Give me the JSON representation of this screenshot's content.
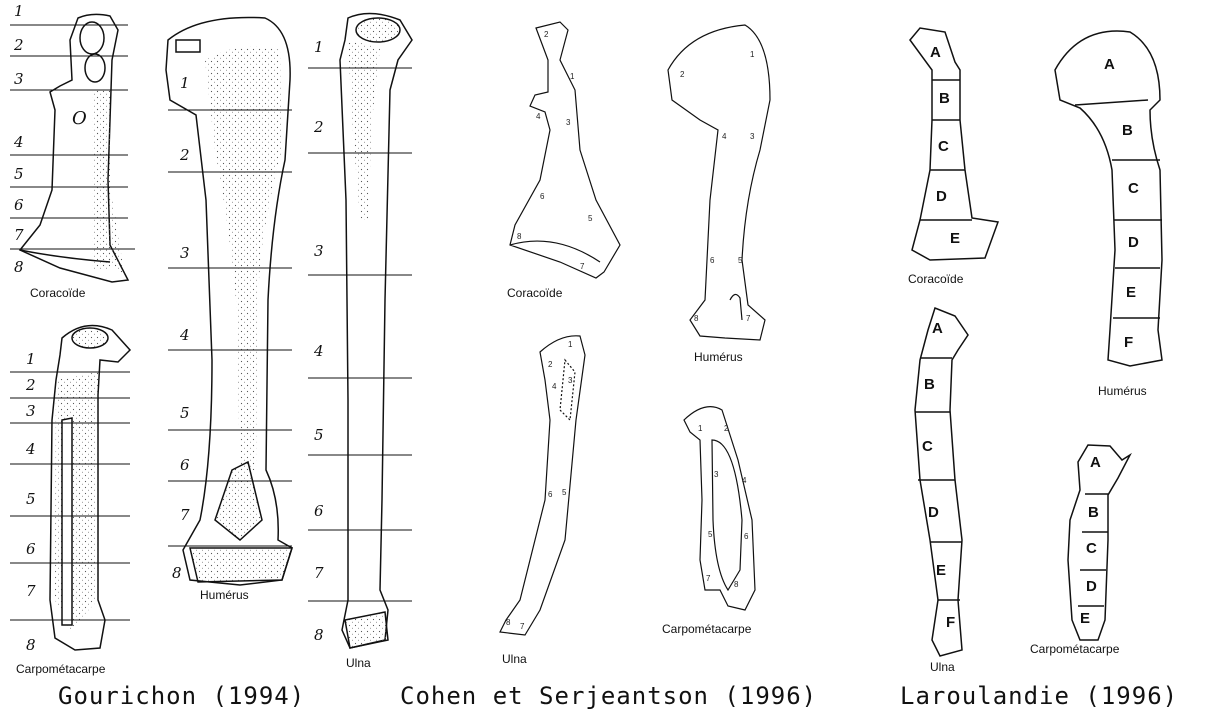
{
  "captions": {
    "gourichon": "Gourichon (1994)",
    "cohen": "Cohen et Serjeantson (1996)",
    "laroulandie": "Laroulandie (1996)"
  },
  "bone_labels": {
    "coracoide": "Coracoïde",
    "humerus": "Humérus",
    "ulna": "Ulna",
    "carpometacarpe": "Carpométacarpe"
  },
  "gourichon": {
    "coracoid_zones": [
      "1",
      "2",
      "3",
      "4",
      "5",
      "6",
      "7",
      "8"
    ],
    "humerus_zones": [
      "1",
      "2",
      "3",
      "4",
      "5",
      "6",
      "7",
      "8"
    ],
    "ulna_zones": [
      "1",
      "2",
      "3",
      "4",
      "5",
      "6",
      "7",
      "8"
    ],
    "carpo_zones": [
      "1",
      "2",
      "3",
      "4",
      "5",
      "6",
      "7",
      "8"
    ],
    "coracoid_foramen": "O"
  },
  "cohen": {
    "coracoid_zones": [
      "1",
      "2",
      "3",
      "4",
      "5",
      "6",
      "7",
      "8"
    ],
    "humerus_zones": [
      "1",
      "2",
      "3",
      "4",
      "5",
      "6",
      "7",
      "8"
    ],
    "ulna_zones": [
      "1",
      "2",
      "3",
      "4",
      "5",
      "6",
      "7",
      "8"
    ],
    "carpo_zones": [
      "1",
      "2",
      "3",
      "4",
      "5",
      "6",
      "7",
      "8"
    ]
  },
  "laroulandie": {
    "coracoid_segments": [
      "A",
      "B",
      "C",
      "D",
      "E"
    ],
    "humerus_segments": [
      "A",
      "B",
      "C",
      "D",
      "E",
      "F"
    ],
    "ulna_segments": [
      "A",
      "B",
      "C",
      "D",
      "E",
      "F"
    ],
    "carpo_segments": [
      "A",
      "B",
      "C",
      "D",
      "E"
    ]
  }
}
